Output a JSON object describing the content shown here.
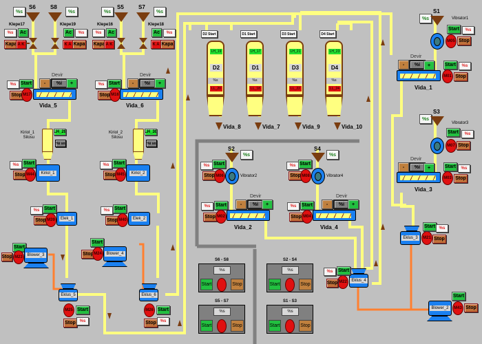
{
  "colors": {
    "background": "#c0c0c0",
    "pipe_material": "#ffff80",
    "pipe_air": "#ff8030",
    "start": "#22c040",
    "stop": "#c0703a",
    "motor_off": "#e01010",
    "equipment": "#1a80f0",
    "hopper": "#7a3d10"
  },
  "common": {
    "start": "Start",
    "stop": "Stop",
    "pct_s": "%s",
    "pct_i": "%i",
    "ac": "Ac",
    "kapa": "Kapa",
    "ak": "A K",
    "ka": "K A",
    "devir": "Devir",
    "minus": "-",
    "plus": "+",
    "silo_percent": "%i sn",
    "d_percent": "%s"
  },
  "sources": {
    "S6": "S6",
    "S8": "S8",
    "S5": "S5",
    "S7": "S7",
    "S1": "S1",
    "S2": "S2",
    "S3": "S3",
    "S4": "S4"
  },
  "valves": {
    "klepe17": "Klepe17",
    "klepe19": "Klepe19",
    "klepe16": "Klepe16",
    "klepe18": "Klepe18"
  },
  "screws": [
    {
      "id": "vida5",
      "name": "Vida_5",
      "motor": "M17"
    },
    {
      "id": "vida6",
      "name": "Vida_6",
      "motor": "M16"
    },
    {
      "id": "vida2",
      "name": "Vida_2",
      "motor": "M02"
    },
    {
      "id": "vida4",
      "name": "Vida_4",
      "motor": "M04"
    },
    {
      "id": "vida1",
      "name": "Vida_1",
      "motor": "M01"
    },
    {
      "id": "vida3",
      "name": "Vida_3",
      "motor": "M03"
    }
  ],
  "vibrators": [
    {
      "name": "Vibrator1",
      "motor": "M05"
    },
    {
      "name": "Vibrator2",
      "motor": "M06"
    },
    {
      "name": "Vibrator3",
      "motor": "M07"
    },
    {
      "name": "Vibrator4",
      "motor": "M08"
    }
  ],
  "kiriol_silos": [
    {
      "name": "Kiriol_1",
      "silo_label_1": "Kiriol_1",
      "silo_label_2": "Silosu",
      "level": "LH_29",
      "motor": "M44"
    },
    {
      "name": "Kiriol_2",
      "silo_label_1": "Kiriol_2",
      "silo_label_2": "Silosu",
      "level": "LH_30",
      "motor": "M45"
    }
  ],
  "elek": [
    {
      "name": "Elek_1",
      "motor": "M39"
    },
    {
      "name": "Elek_2",
      "motor": "M40"
    }
  ],
  "blowers": [
    {
      "name": "Blower_3",
      "motor": "M23"
    },
    {
      "name": "Blower_4",
      "motor": "M24"
    },
    {
      "name": "Blower_2",
      "motor": "M43"
    }
  ],
  "ekluses": [
    {
      "name": "Eklus_5",
      "motor": "M25"
    },
    {
      "name": "Eklus_6",
      "motor": "M26"
    },
    {
      "name": "Eklus_3",
      "motor": "M21"
    },
    {
      "name": "Eklus_4",
      "motor": "M22"
    }
  ],
  "day_silos": [
    {
      "start": "D2 Start",
      "name": "D2",
      "high": "LH_19",
      "low": "LL_20",
      "pct": "%s",
      "out": "Vida_8"
    },
    {
      "start": "D1 Start",
      "name": "D1",
      "high": "LH_17",
      "low": "LL_18",
      "pct": "%s",
      "out": "Vida_7"
    },
    {
      "start": "D3 Start",
      "name": "D3",
      "high": "LH_21",
      "low": "LL_22",
      "pct": "%s",
      "out": "Vida_9"
    },
    {
      "start": "D4 Start",
      "name": "D4",
      "high": "LH_23",
      "low": "LL_24",
      "pct": "%s",
      "out": "Vida_10"
    }
  ],
  "group_panels": [
    {
      "title": "S6 - S8",
      "pct": "%s",
      "start": "Start",
      "stop": "Stop"
    },
    {
      "title": "S2 - S4",
      "pct": "%s",
      "start": "Start",
      "stop": "Stop"
    },
    {
      "title": "S5 - S7",
      "pct": "%s",
      "start": "Start",
      "stop": "Stop"
    },
    {
      "title": "S1 - S3",
      "pct": "%s",
      "start": "Start",
      "stop": "Stop"
    }
  ]
}
